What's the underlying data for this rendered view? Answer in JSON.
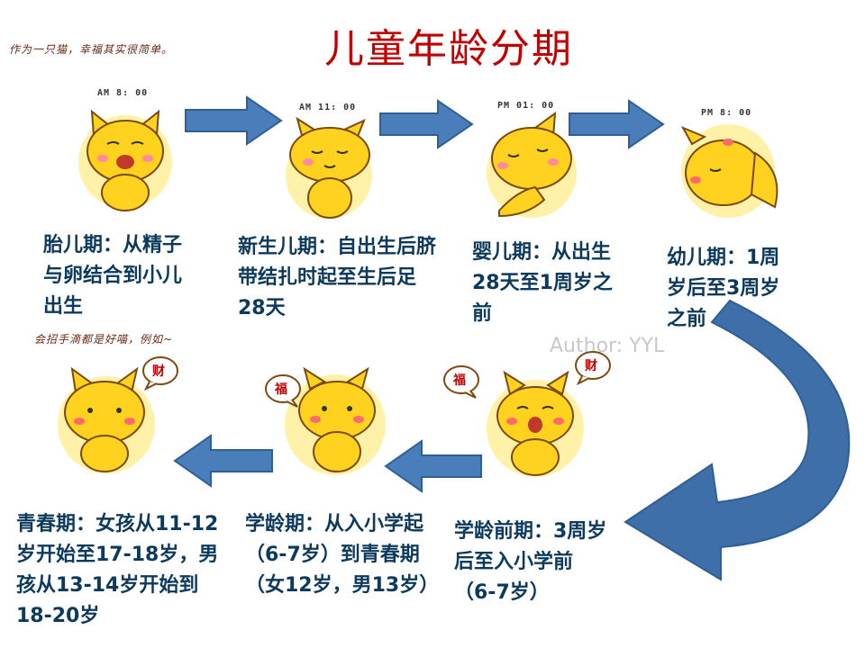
{
  "title": "儿童年龄分期",
  "top_note": "作为一只猫，幸福其实很简单。",
  "mid_note": "会招手滴都是好喵，例如~",
  "author": "Author:   YYL",
  "times": [
    "AM 8: 00",
    "AM 11: 00",
    "PM 01: 00",
    "PM 8: 00"
  ],
  "stages": [
    "胎儿期：从精子与卵结合到小儿出生",
    "新生儿期：自出生后脐带结扎时起至生后足28天",
    "婴儿期：从出生28天至1周岁之前",
    "幼儿期：1周岁后至3周岁之前",
    "学龄前期：3周岁后至入小学前（6-7岁）",
    "学龄期：从入小学起（6-7岁）到青春期（女12岁，男13岁）",
    "青春期：女孩从11-12岁开始至17-18岁，男孩从13-14岁开始到18-20岁"
  ],
  "bubbles": {
    "cai": "财",
    "fu": "福"
  },
  "colors": {
    "title": "#c00000",
    "arrow": "#4a7ebb",
    "stage_text": "#0d3a5c",
    "cat": "#ffd21f"
  },
  "icons": [
    "right-arrow-icon",
    "left-arrow-icon",
    "curved-arrow-icon",
    "cat-icon",
    "speech-bubble-icon"
  ]
}
